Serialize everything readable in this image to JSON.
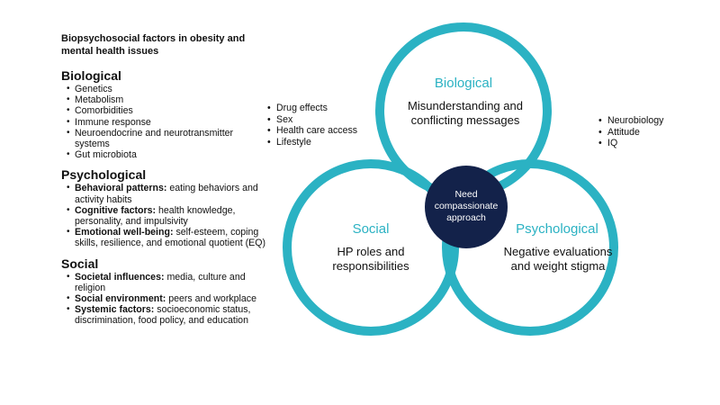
{
  "colors": {
    "circle": "#2bb2c3",
    "center": "#13224a",
    "text": "#111111"
  },
  "title": "Biopsychosocial factors in obesity and mental health issues",
  "sections": [
    {
      "title": "Biological",
      "items": [
        {
          "text": "Genetics"
        },
        {
          "text": "Metabolism"
        },
        {
          "text": "Comorbidities"
        },
        {
          "text": "Immune response"
        },
        {
          "text": "Neuroendocrine and neurotransmitter systems"
        },
        {
          "text": "Gut microbiota"
        }
      ]
    },
    {
      "title": "Psychological",
      "items": [
        {
          "term": "Behavioral patterns:",
          "text": "eating behaviors and activity habits"
        },
        {
          "term": "Cognitive factors:",
          "text": "health knowledge, personality, and impulsivity"
        },
        {
          "term": "Emotional well-being:",
          "text": "self-esteem, coping skills, resilience, and emotional quotient (EQ)"
        }
      ]
    },
    {
      "title": "Social",
      "items": [
        {
          "term": "Societal influences:",
          "text": "media, culture and religion"
        },
        {
          "term": "Social environment:",
          "text": "peers and workplace"
        },
        {
          "term": "Systemic factors:",
          "text": "socioeconomic status, discrimination, food policy, and education"
        }
      ]
    }
  ],
  "venn": {
    "biological": {
      "label": "Biological",
      "text": "Misunderstanding and conflicting messages"
    },
    "social": {
      "label": "Social",
      "text": "HP roles and responsibilities"
    },
    "psychological": {
      "label": "Psychological",
      "text": "Negative evaluations and weight stigma"
    },
    "center": {
      "text": "Need compassionate approach"
    }
  },
  "left_list": [
    "Drug effects",
    "Sex",
    "Health care access",
    "Lifestyle"
  ],
  "right_list": [
    "Neurobiology",
    "Attitude",
    "IQ"
  ]
}
